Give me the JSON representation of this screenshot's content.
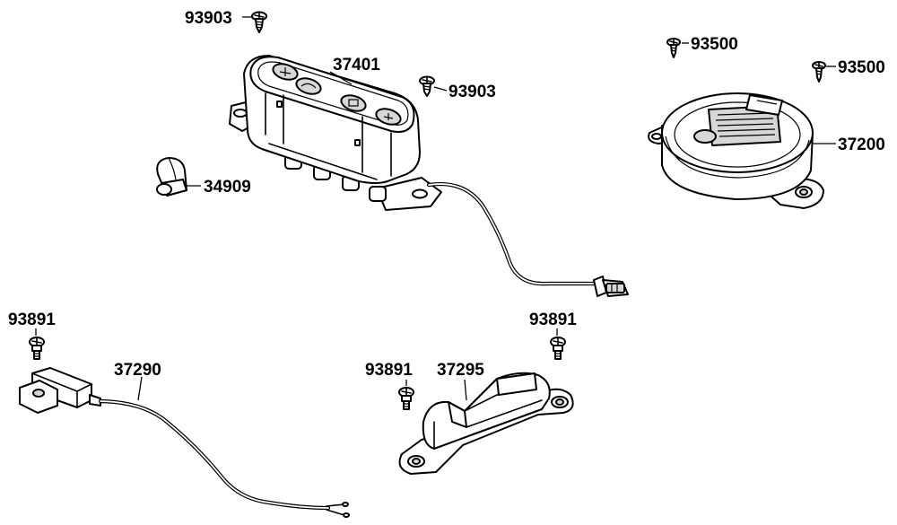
{
  "diagram": {
    "part_labels": {
      "screw_top_left": "93903",
      "switch_panel": "37401",
      "screw_panel": "93903",
      "bulb": "34909",
      "screw_right_1": "93500",
      "screw_right_2": "93500",
      "round_module": "37200",
      "screw_left_sensor": "93891",
      "sensor_cable": "37290",
      "screw_bracket_right": "93891",
      "screw_bracket_mid": "93891",
      "bracket": "37295"
    }
  }
}
